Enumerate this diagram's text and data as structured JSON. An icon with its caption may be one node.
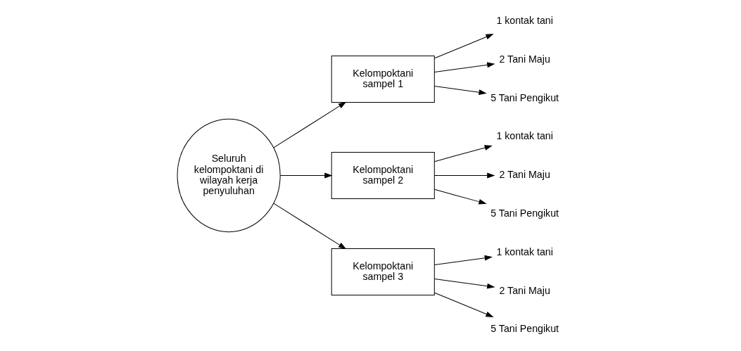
{
  "diagram": {
    "nodes": [
      {
        "text": [
          "Seluruh kelompoktani di wilayah kerja penyuluhan"
        ]
      },
      {
        "text": [
          "Kelompoktani sampel 1"
        ]
      },
      {
        "text": [
          "Kelompoktani sampel 2"
        ]
      },
      {
        "text": [
          "Kelompoktani sampel 3"
        ]
      },
      {
        "text": [
          "1 kontak tani"
        ]
      },
      {
        "text": [
          "2 Tani Maju"
        ]
      },
      {
        "text": [
          "5 Tani Pengikut"
        ]
      },
      {
        "text": [
          "1 kontak tani"
        ]
      },
      {
        "text": [
          "2 Tani Maju"
        ]
      },
      {
        "text": [
          "5 Tani Pengikut"
        ]
      },
      {
        "text": [
          "1 kontak tani"
        ]
      },
      {
        "text": [
          "2 Tani Maju"
        ]
      },
      {
        "text": [
          "5 Tani Pengikut"
        ]
      }
    ],
    "edges": [
      {
        "from": 0,
        "to": 1,
        "arrow": "to"
      },
      {
        "from": 0,
        "to": 2,
        "arrow": "to"
      },
      {
        "from": 0,
        "to": 3,
        "arrow": "to"
      },
      {
        "from": 1,
        "to": 4,
        "arrow": "to"
      },
      {
        "from": 1,
        "to": 5,
        "arrow": "to"
      },
      {
        "from": 1,
        "to": 6,
        "arrow": "to"
      },
      {
        "from": 2,
        "to": 7,
        "arrow": "to"
      },
      {
        "from": 2,
        "to": 8,
        "arrow": "to"
      },
      {
        "from": 2,
        "to": 9,
        "arrow": "to"
      },
      {
        "from": 3,
        "to": 10,
        "arrow": "to"
      },
      {
        "from": 3,
        "to": 11,
        "arrow": "to"
      },
      {
        "from": 3,
        "to": 12,
        "arrow": "to"
      }
    ]
  }
}
